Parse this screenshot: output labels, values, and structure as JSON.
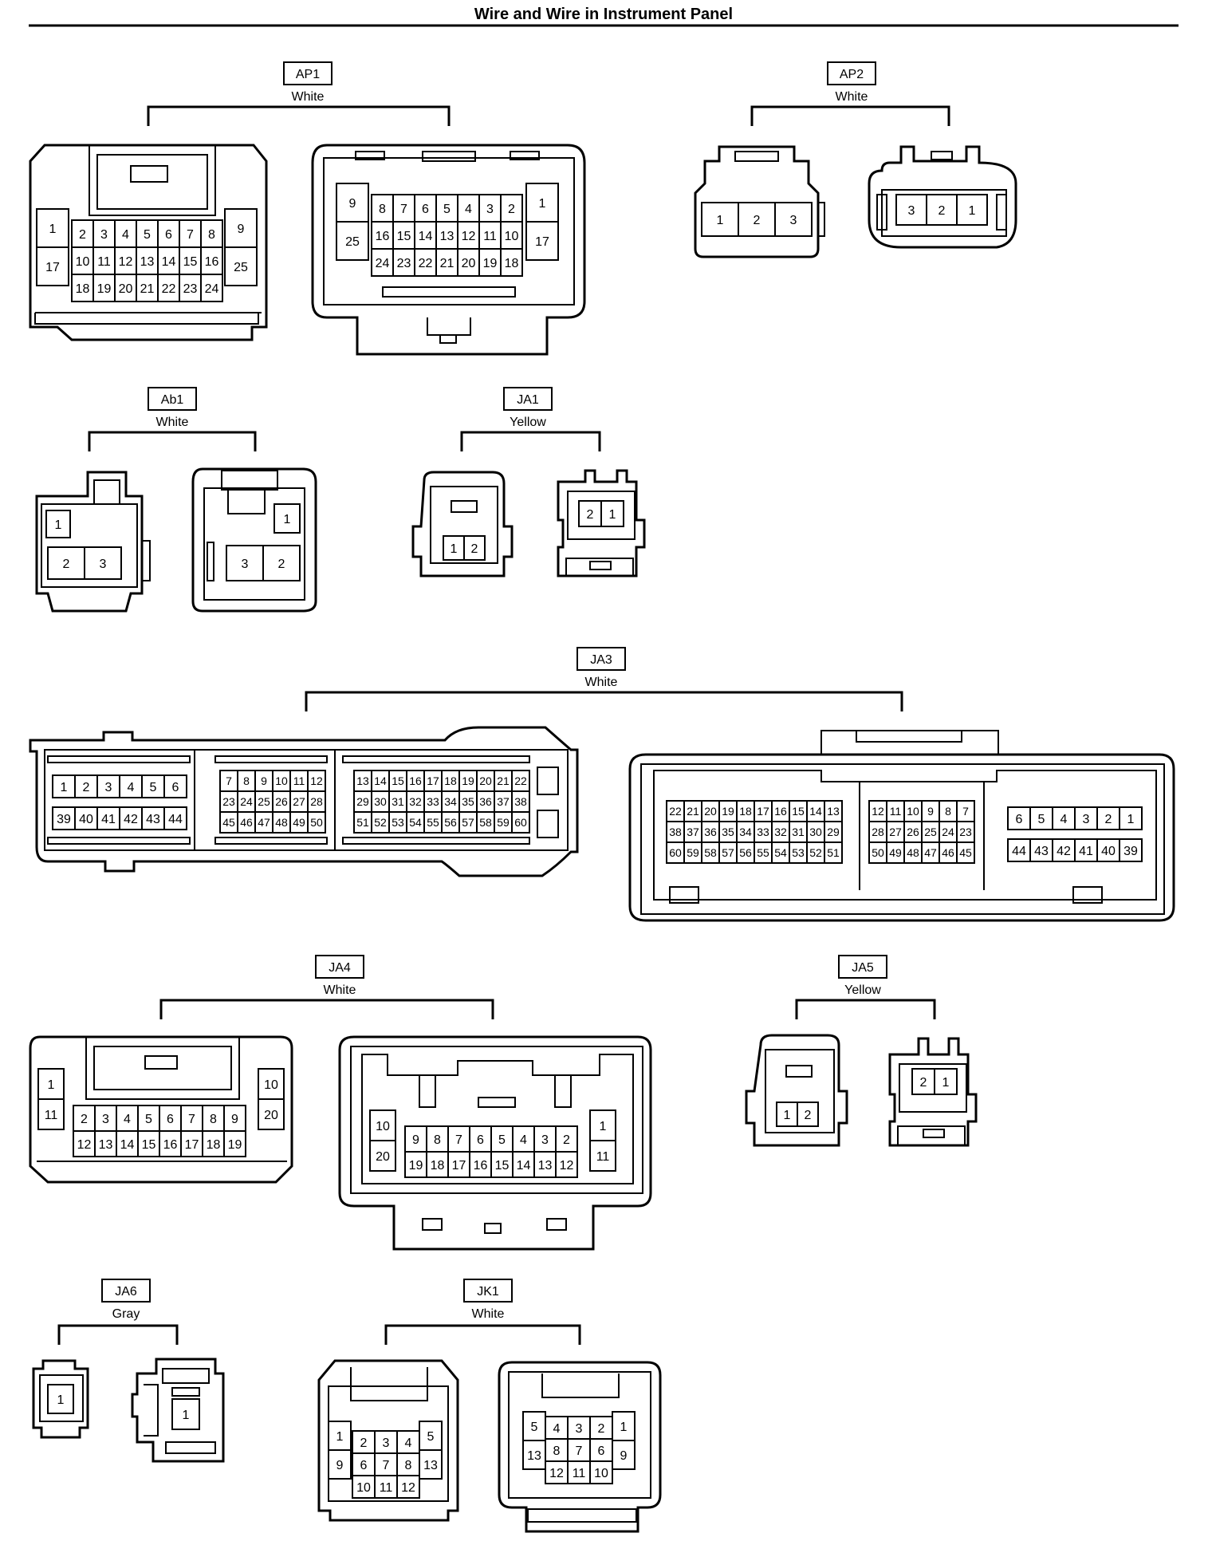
{
  "title": "Wire and Wire in Instrument Panel",
  "connectors": [
    {
      "id": "AP1",
      "color": "White"
    },
    {
      "id": "AP2",
      "color": "White"
    },
    {
      "id": "Ab1",
      "color": "White"
    },
    {
      "id": "JA1",
      "color": "Yellow"
    },
    {
      "id": "JA3",
      "color": "White"
    },
    {
      "id": "JA4",
      "color": "White"
    },
    {
      "id": "JA5",
      "color": "Yellow"
    },
    {
      "id": "JA6",
      "color": "Gray"
    },
    {
      "id": "JK1",
      "color": "White"
    }
  ],
  "pins": {
    "AP1_left": {
      "left": [
        "1",
        "17"
      ],
      "right": [
        "9",
        "25"
      ],
      "r1": [
        "2",
        "3",
        "4",
        "5",
        "6",
        "7",
        "8"
      ],
      "r2": [
        "10",
        "11",
        "12",
        "13",
        "14",
        "15",
        "16"
      ],
      "r3": [
        "18",
        "19",
        "20",
        "21",
        "22",
        "23",
        "24"
      ]
    },
    "AP1_right": {
      "left": [
        "9",
        "25"
      ],
      "right": [
        "1",
        "17"
      ],
      "r1": [
        "8",
        "7",
        "6",
        "5",
        "4",
        "3",
        "2"
      ],
      "r2": [
        "16",
        "15",
        "14",
        "13",
        "12",
        "11",
        "10"
      ],
      "r3": [
        "24",
        "23",
        "22",
        "21",
        "20",
        "19",
        "18"
      ]
    },
    "AP2_left": [
      "1",
      "2",
      "3"
    ],
    "AP2_right": [
      "3",
      "2",
      "1"
    ],
    "Ab1_left": {
      "top": [
        "1"
      ],
      "bottom": [
        "2",
        "3"
      ]
    },
    "Ab1_right": {
      "top": [
        "1"
      ],
      "bottom": [
        "3",
        "2"
      ]
    },
    "JA1_left": [
      "1",
      "2"
    ],
    "JA1_right": [
      "2",
      "1"
    ],
    "JA3_left": {
      "g1r1": [
        "1",
        "2",
        "3",
        "4",
        "5",
        "6"
      ],
      "g1r2": [
        "39",
        "40",
        "41",
        "42",
        "43",
        "44"
      ],
      "g2r1": [
        "7",
        "8",
        "9",
        "10",
        "11",
        "12"
      ],
      "g2r2": [
        "23",
        "24",
        "25",
        "26",
        "27",
        "28"
      ],
      "g2r3": [
        "45",
        "46",
        "47",
        "48",
        "49",
        "50"
      ],
      "g3r1": [
        "13",
        "14",
        "15",
        "16",
        "17",
        "18",
        "19",
        "20",
        "21",
        "22"
      ],
      "g3r2": [
        "29",
        "30",
        "31",
        "32",
        "33",
        "34",
        "35",
        "36",
        "37",
        "38"
      ],
      "g3r3": [
        "51",
        "52",
        "53",
        "54",
        "55",
        "56",
        "57",
        "58",
        "59",
        "60"
      ]
    },
    "JA3_right": {
      "g1r1": [
        "22",
        "21",
        "20",
        "19",
        "18",
        "17",
        "16",
        "15",
        "14",
        "13"
      ],
      "g1r2": [
        "38",
        "37",
        "36",
        "35",
        "34",
        "33",
        "32",
        "31",
        "30",
        "29"
      ],
      "g1r3": [
        "60",
        "59",
        "58",
        "57",
        "56",
        "55",
        "54",
        "53",
        "52",
        "51"
      ],
      "g2r1": [
        "12",
        "11",
        "10",
        "9",
        "8",
        "7"
      ],
      "g2r2": [
        "28",
        "27",
        "26",
        "25",
        "24",
        "23"
      ],
      "g2r3": [
        "50",
        "49",
        "48",
        "47",
        "46",
        "45"
      ],
      "g3r1": [
        "6",
        "5",
        "4",
        "3",
        "2",
        "1"
      ],
      "g3r2": [
        "44",
        "43",
        "42",
        "41",
        "40",
        "39"
      ]
    },
    "JA4_left": {
      "left": [
        "1",
        "11"
      ],
      "right": [
        "10",
        "20"
      ],
      "r1": [
        "2",
        "3",
        "4",
        "5",
        "6",
        "7",
        "8",
        "9"
      ],
      "r2": [
        "12",
        "13",
        "14",
        "15",
        "16",
        "17",
        "18",
        "19"
      ]
    },
    "JA4_right": {
      "left": [
        "10",
        "20"
      ],
      "right": [
        "1",
        "11"
      ],
      "r1": [
        "9",
        "8",
        "7",
        "6",
        "5",
        "4",
        "3",
        "2"
      ],
      "r2": [
        "19",
        "18",
        "17",
        "16",
        "15",
        "14",
        "13",
        "12"
      ]
    },
    "JA5_left": [
      "1",
      "2"
    ],
    "JA5_right": [
      "2",
      "1"
    ],
    "JA6_left": [
      "1"
    ],
    "JA6_right": [
      "1"
    ],
    "JK1_left": {
      "left": [
        "1",
        "9"
      ],
      "right": [
        "5",
        "13"
      ],
      "r1": [
        "2",
        "3",
        "4"
      ],
      "r2": [
        "6",
        "7",
        "8"
      ],
      "r3": [
        "10",
        "11",
        "12"
      ]
    },
    "JK1_right": {
      "left": [
        "5",
        "13"
      ],
      "right": [
        "1",
        "9"
      ],
      "r1": [
        "4",
        "3",
        "2"
      ],
      "r2": [
        "8",
        "7",
        "6"
      ],
      "r3": [
        "12",
        "11",
        "10"
      ]
    }
  }
}
